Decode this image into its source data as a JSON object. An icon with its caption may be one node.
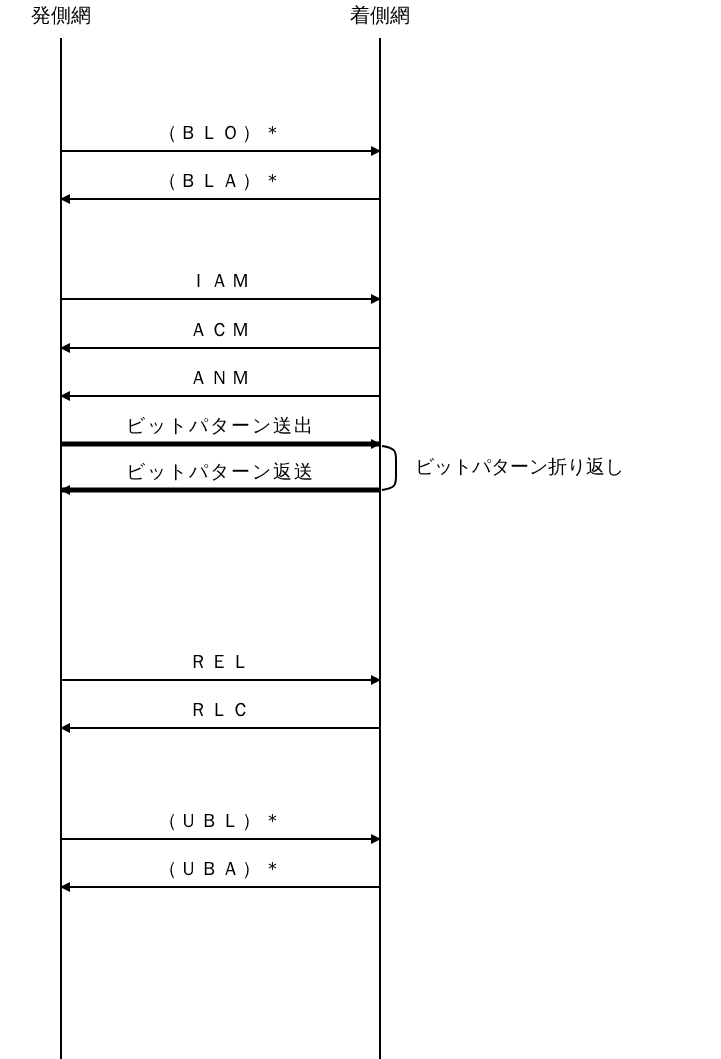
{
  "diagram": {
    "nodes": [
      {
        "text": [
          "発側網"
        ]
      },
      {
        "text": [
          "着側網"
        ]
      }
    ],
    "edges": [
      {
        "from": 0,
        "to": 1,
        "arrow": "to",
        "label": "（ＢＬＯ）＊"
      },
      {
        "from": 1,
        "to": 0,
        "arrow": "to",
        "label": "（ＢＬＡ）＊"
      },
      {
        "from": 0,
        "to": 1,
        "arrow": "to",
        "label": "ＩＡＭ"
      },
      {
        "from": 1,
        "to": 0,
        "arrow": "to",
        "label": "ＡＣＭ"
      },
      {
        "from": 1,
        "to": 0,
        "arrow": "to",
        "label": "ＡＮＭ"
      },
      {
        "from": 0,
        "to": 1,
        "arrow": "to",
        "label": "ビットパターン送出",
        "style": "thick"
      },
      {
        "from": 1,
        "to": 0,
        "arrow": "to",
        "label": "ビットパターン返送",
        "style": "thick"
      },
      {
        "from": 0,
        "to": 1,
        "arrow": "to",
        "label": "ＲＥＬ"
      },
      {
        "from": 1,
        "to": 0,
        "arrow": "to",
        "label": "ＲＬＣ"
      },
      {
        "from": 0,
        "to": 1,
        "arrow": "to",
        "label": "（ＵＢＬ）＊"
      },
      {
        "from": 1,
        "to": 0,
        "arrow": "to",
        "label": "（ＵＢＡ）＊"
      }
    ],
    "labels": [
      "ビットパターン折り返し"
    ]
  }
}
